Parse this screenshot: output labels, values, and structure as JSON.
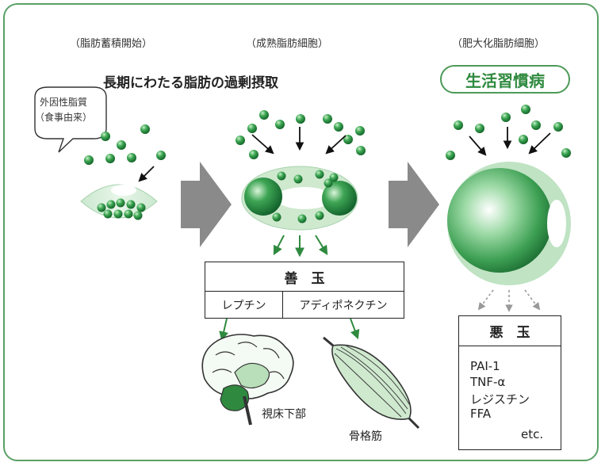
{
  "stages": {
    "stage1": "（脂肪蓄積開始）",
    "stage2": "（成熟脂肪細胞）",
    "stage3": "（肥大化脂肪細胞）"
  },
  "headline": "長期にわたる脂肪の過剰摂取",
  "lifestyle_disease": "生活習慣病",
  "bubble": {
    "line1": "外因性脂質",
    "line2": "（食事由来）"
  },
  "good": {
    "title": "善　玉",
    "left": "レプチン",
    "right": "アディポネクチン"
  },
  "organs": {
    "hypothalamus": "視床下部",
    "skeletal_muscle": "骨格筋"
  },
  "bad": {
    "title": "悪　玉",
    "items": [
      "PAI-1",
      "TNF-α",
      "レジスチン",
      "FFA"
    ],
    "etc": "etc."
  },
  "colors": {
    "green_dark": "#1f7a35",
    "green_mid": "#57b36a",
    "green_light": "#cfe9cf",
    "arrow_gray": "#8a8a8a",
    "frame": "#5ba065"
  }
}
